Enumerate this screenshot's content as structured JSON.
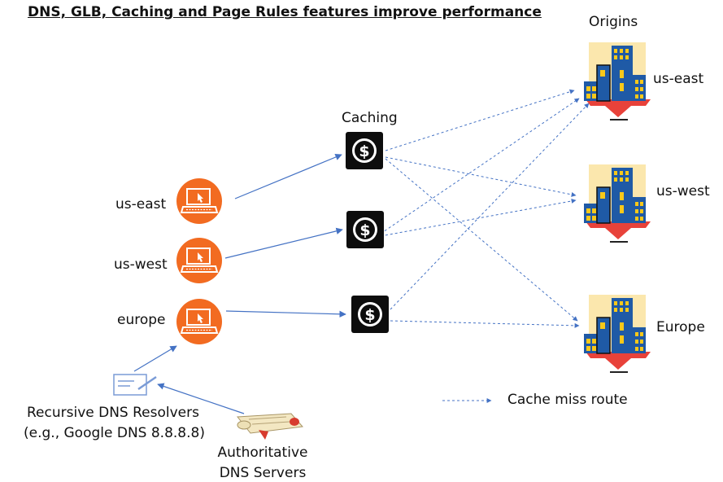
{
  "title": "DNS, GLB,  Caching and Page Rules features improve performance",
  "labels": {
    "origins": "Origins",
    "caching": "Caching",
    "client_us_east": "us-east",
    "client_us_west": "us-west",
    "client_europe": "europe",
    "origin_us_east": "us-east",
    "origin_us_west": "us-west",
    "origin_europe": "Europe",
    "resolvers_line1": "Recursive DNS Resolvers",
    "resolvers_line2": "(e.g., Google DNS 8.8.8.8)",
    "authoritative_line1": "Authoritative",
    "authoritative_line2": "DNS Servers",
    "legend": "Cache miss route"
  },
  "colors": {
    "client_orange": "#f26b21",
    "arrow_blue": "#4472c4",
    "cache_box": "#0d0d0d",
    "building_blue": "#1f5aa6",
    "building_yellow": "#f8c81a",
    "building_bg": "#fbe7ad",
    "building_red": "#e8423a"
  },
  "icons": {
    "client": "laptop-icon",
    "cache": "dollar-cache-icon",
    "origin": "building-icon",
    "resolver": "document-pen-icon",
    "authoritative": "scroll-icon"
  }
}
